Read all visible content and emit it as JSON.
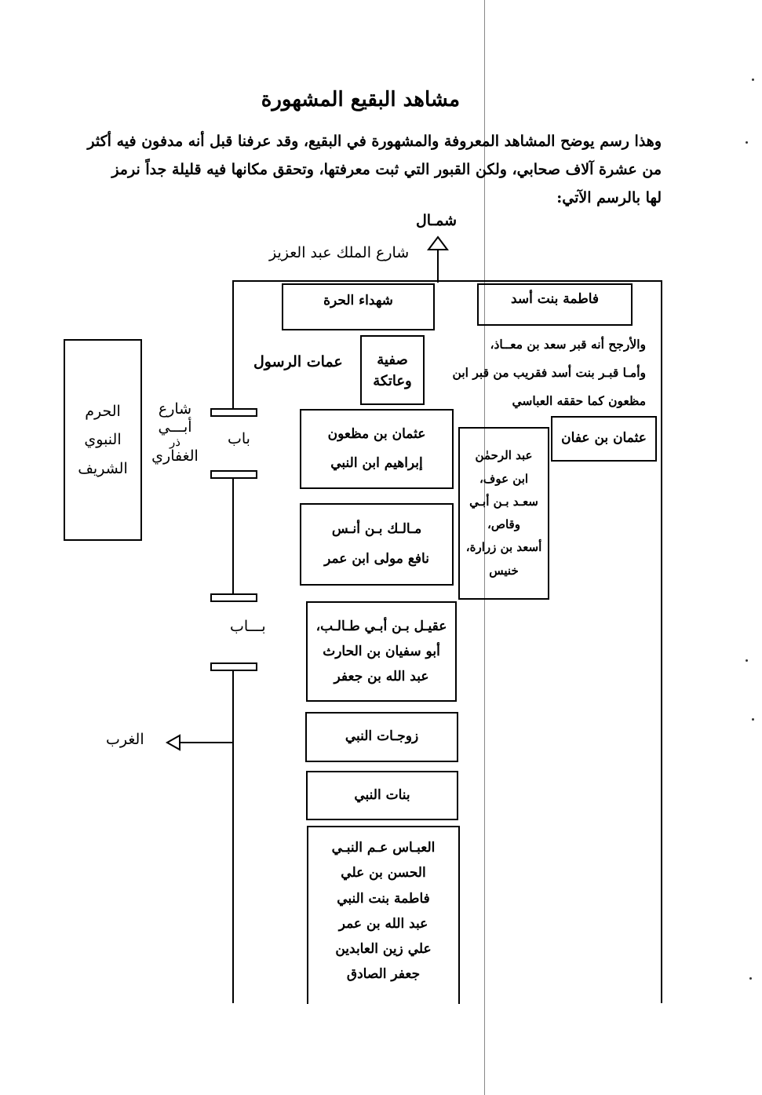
{
  "title": "مشاهد البقيع المشهورة",
  "intro": [
    "وهذا رسم يوضح المشاهد المعروفة والمشهورة في البقيع، وقد عرفنا قبل أنه مدفون فيه أكثر",
    "من عشرة آلاف صحابي، ولكن القبور التي ثبت معرفتها، وتحقق مكانها فيه قليلة جداً نرمز",
    "لها بالرسم الآتي:"
  ],
  "diagram": {
    "north": "شمـال",
    "north_street": "شارع الملك عبد العزيز",
    "west": "الغرب",
    "haram": [
      "الحرم",
      "النبوي",
      "الشريف"
    ],
    "abu_dhar_street": [
      "شارع",
      "أبـــي",
      "ذر",
      "الغفاري"
    ],
    "gate1": "باب",
    "gate2": "بـــاب",
    "shuhada_harra": "شهداء الحرة",
    "fatima_asad": "فاطمة بنت أسد",
    "ammat_label": "عمات الرسول",
    "safiyya": [
      "صفية",
      "وعاتكة"
    ],
    "note": [
      "والأرجح أنه قبر سعد بن معــاذ،",
      "وأمـا قبـر بنت أسد فقريب من قبر ابن",
      "مظعون كما حققه العباسي"
    ],
    "uthman_affan": "عثمان بن عفان",
    "uthman_mazun": [
      "عثمان بن مظعون",
      "إبراهيم ابن النبي"
    ],
    "malik": [
      "مـالـك بـن أنـس",
      "نافع مولى ابن عمر"
    ],
    "abdulrahman": [
      "عبد الرحمٰن",
      "ابن عوف،",
      "سعـد بـن أبـي",
      "وقاص،",
      "أسعد بن زرارة،",
      "خنيس"
    ],
    "aqil": [
      "عقيـل بـن أبـي طـالـب،",
      "أبو سفيان بن الحارث",
      "عبد الله بن جعفر"
    ],
    "wives": "زوجـات النبي",
    "daughters": "بنات النبي",
    "abbas": [
      "العبـاس عـم النبـي",
      "الحسن بن علي",
      "فاطمة بنت النبي",
      "عبد الله بن عمر",
      "علي زين العابدين",
      "جعفر الصادق"
    ]
  }
}
